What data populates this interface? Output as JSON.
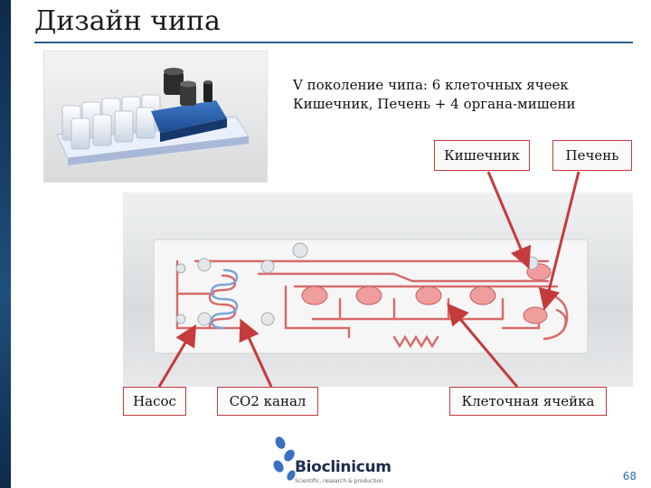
{
  "slide": {
    "title": "Дизайн чипа",
    "description_line1": "V поколение чипа: 6 клеточных ячеек",
    "description_line2": "Кишечник, Печень + 4 органа-мишени",
    "page_number": "68"
  },
  "callouts": {
    "intestine": "Кишечник",
    "liver": "Печень",
    "pump": "Насос",
    "co2_channel": "CO2 канал",
    "cell_chamber": "Клеточная ячейка"
  },
  "logo": {
    "name": "Bioclinicum",
    "tagline": "Scientific, research & production"
  },
  "colors": {
    "accent": "#2f5d8c",
    "arrow": "#c53b3b",
    "channel": "#d86a6a"
  }
}
